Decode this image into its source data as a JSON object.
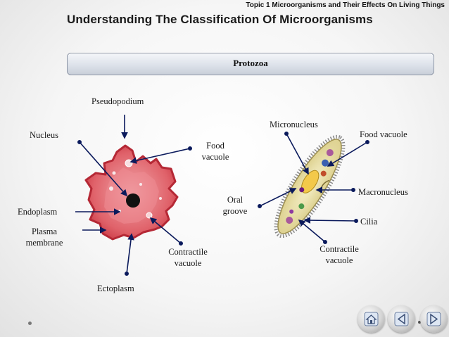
{
  "header": {
    "topic": "Topic 1 Microorganisms and Their Effects On Living Things",
    "title": "Understanding The Classification Of Microorganisms"
  },
  "section": {
    "label": "Protozoa"
  },
  "amoeba": {
    "pseudopodium": "Pseudopodium",
    "nucleus": "Nucleus",
    "food_vacuole_1": "Food",
    "food_vacuole_2": "vacuole",
    "endoplasm": "Endoplasm",
    "plasma_membrane_1": "Plasma",
    "plasma_membrane_2": "membrane",
    "contractile_vacuole_1": "Contractile",
    "contractile_vacuole_2": "vacuole",
    "ectoplasm": "Ectoplasm"
  },
  "paramecium": {
    "micronucleus": "Micronucleus",
    "food_vacuole": "Food vacuole",
    "oral_groove_1": "Oral",
    "oral_groove_2": "groove",
    "macronucleus": "Macronucleus",
    "cilia": "Cilia",
    "contractile_vacuole_1": "Contractile",
    "contractile_vacuole_2": "vacuole"
  },
  "colors": {
    "pointer": "#0b1a5c",
    "amoeba_body": "#e2505a",
    "paramecium_body": "#e7dca0"
  },
  "nav": {
    "icons": [
      "home-icon",
      "back-icon",
      "forward-icon"
    ]
  }
}
